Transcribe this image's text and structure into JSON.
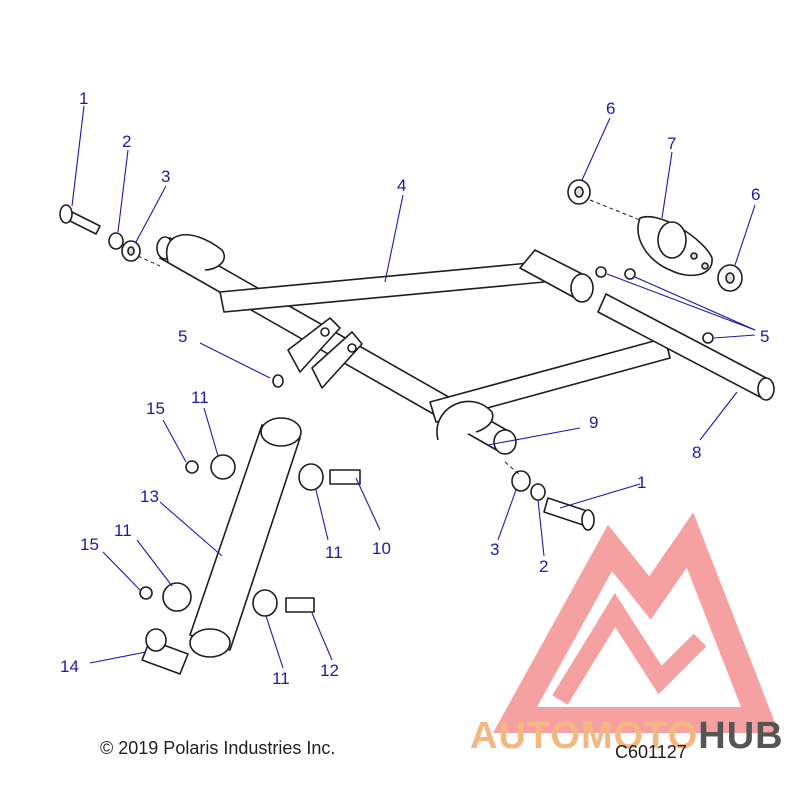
{
  "callouts": {
    "c1a": "1",
    "c2a": "2",
    "c3a": "3",
    "c4": "4",
    "c5a": "5",
    "c5b": "5",
    "c6a": "6",
    "c6b": "6",
    "c7": "7",
    "c8": "8",
    "c9": "9",
    "c10": "10",
    "c11a": "11",
    "c11b": "11",
    "c11c": "11",
    "c11d": "11",
    "c12": "12",
    "c13": "13",
    "c14": "14",
    "c15a": "15",
    "c15b": "15",
    "c1b": "1",
    "c2b": "2",
    "c3b": "3"
  },
  "footer": {
    "copyright": "© 2019 Polaris Industries Inc.",
    "diagram_code": "C601127"
  },
  "watermark": {
    "word_a": "AUTO",
    "word_b": "MOTO",
    "word_c": "HUB",
    "color_a": "#f2b880",
    "color_b": "#f2b880",
    "color_c": "#555555",
    "logo_color": "#ee5555"
  }
}
